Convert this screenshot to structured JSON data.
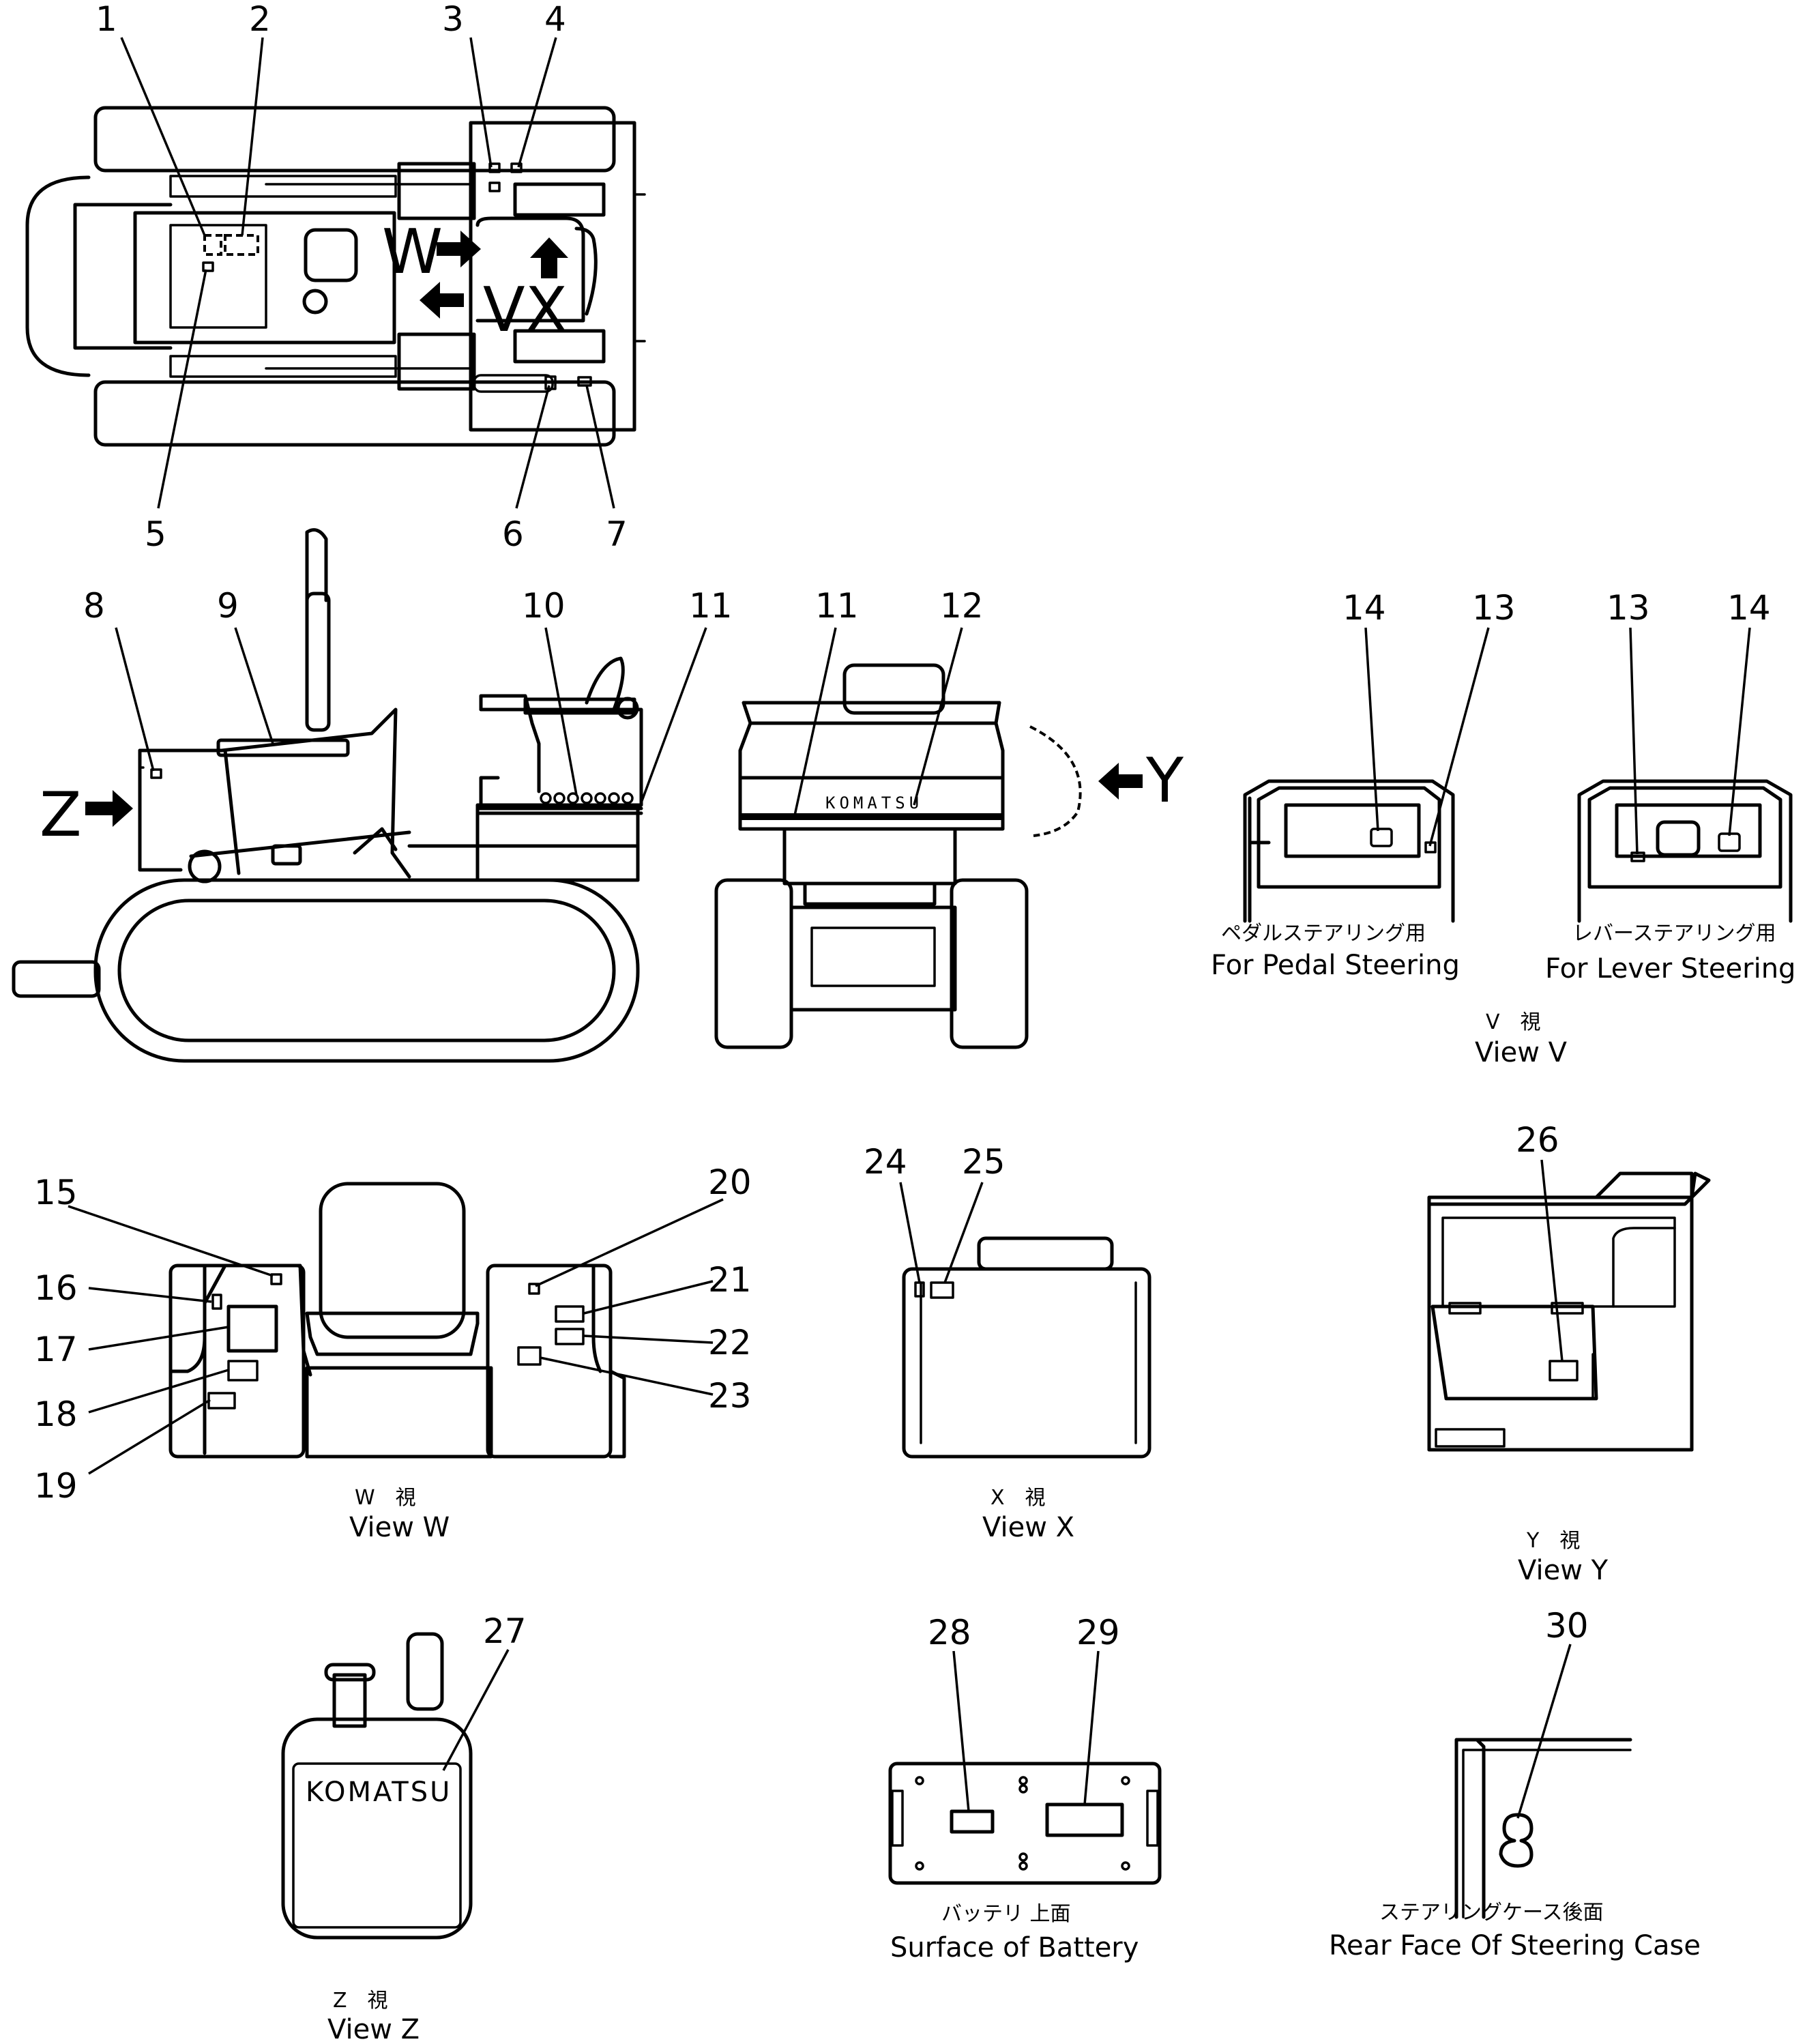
{
  "part_numbers": [
    "1",
    "2",
    "3",
    "4",
    "5",
    "6",
    "7",
    "8",
    "9",
    "10",
    "11",
    "11",
    "12",
    "14",
    "13",
    "13",
    "14",
    "15",
    "16",
    "17",
    "18",
    "19",
    "20",
    "21",
    "22",
    "23",
    "24",
    "25",
    "26",
    "27",
    "28",
    "29",
    "30"
  ],
  "view_letters": {
    "w": "W",
    "v": "V",
    "x": "X",
    "y": "Y",
    "z": "Z"
  },
  "brand_text": {
    "rear": "KOMATSU",
    "front": "KOMATSU"
  },
  "captions": {
    "pedal_jp": "ペダルステアリング用",
    "pedal_en": "For Pedal Steering",
    "lever_jp": "レバーステアリング用",
    "lever_en": "For Lever Steering",
    "view_v_jp": "V　視",
    "view_v_en": "View V",
    "view_w_jp": "W　視",
    "view_w_en": "View W",
    "view_x_jp": "X　視",
    "view_x_en": "View X",
    "view_y_jp": "Y　視",
    "view_y_en": "View Y",
    "view_z_jp": "Z　視",
    "view_z_en": "View Z",
    "battery_jp": "バッテリ 上面",
    "battery_en": "Surface of Battery",
    "steering_case_jp": "ステアリングケース後面",
    "steering_case_en": "Rear Face Of Steering Case"
  }
}
